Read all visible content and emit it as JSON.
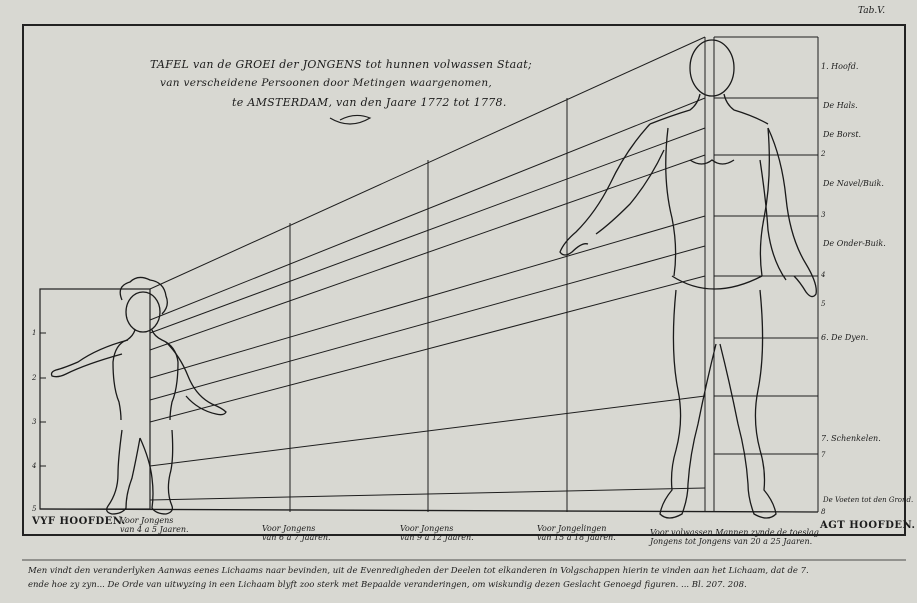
{
  "plate_number": "Tab.V.",
  "title": {
    "line1": "TAFEL van de GROEI der JONGENS tot hunnen volwassen Staat;",
    "line2": "van verscheidene Persoonen door Metingen waargenomen,",
    "line3": "te AMSTERDAM, van den Jaare 1772 tot 1778."
  },
  "left_heads_label": "VYF HOOFDEN.",
  "right_heads_label": "AGT HOOFDEN.",
  "column_labels": [
    {
      "line1": "Voor Jongens",
      "line2": "van 4 a 5 Jaaren."
    },
    {
      "line1": "Voor Jongens",
      "line2": "van 6 a 7 Jaaren."
    },
    {
      "line1": "Voor Jongens",
      "line2": "van 9 a 12 Jaaren."
    },
    {
      "line1": "Voor Jongelingen",
      "line2": "van 15 a 18 Jaaren."
    },
    {
      "line1": "Voor volwassen Mannen zynde de toeslag",
      "line2": "Jongens tot Jongens van 20 a 25 Jaaren."
    }
  ],
  "right_scale_labels": [
    {
      "text": "1. Hoofd."
    },
    {
      "text": "De Hals."
    },
    {
      "text": "De Borst."
    },
    {
      "text": "2"
    },
    {
      "text": "De Navel/Buik."
    },
    {
      "text": "3"
    },
    {
      "text": "De Onder-Buik."
    },
    {
      "text": "4"
    },
    {
      "text": "5"
    },
    {
      "text": "6. De Dyen."
    },
    {
      "text": "7. Schenkelen."
    },
    {
      "text": "7"
    },
    {
      "text": "De Voeten tot den Grond."
    },
    {
      "text": "8"
    }
  ],
  "left_scale_numbers": [
    "1",
    "2",
    "3",
    "4",
    "5"
  ],
  "footer": {
    "line1": "Men vindt den veranderlyken Aanwas eenes Lichaams naar bevinden, uit de Evenredigheden der Deelen tot elkanderen in Volgschappen hierin te vinden aan het Lichaam, dat de 7. ",
    "line2": "ende hoe zy zyn... De Orde van uitwyzing in een Lichaam blyft zoo sterk met Bepaalde veranderingen, om wiskundig dezen Geslacht Genoegd figuren. ...   Bl. 207. 208."
  },
  "colors": {
    "paper": "#d8d8d2",
    "ink": "#1c1c1c"
  },
  "icons": [
    "child-figure",
    "man-figure"
  ]
}
